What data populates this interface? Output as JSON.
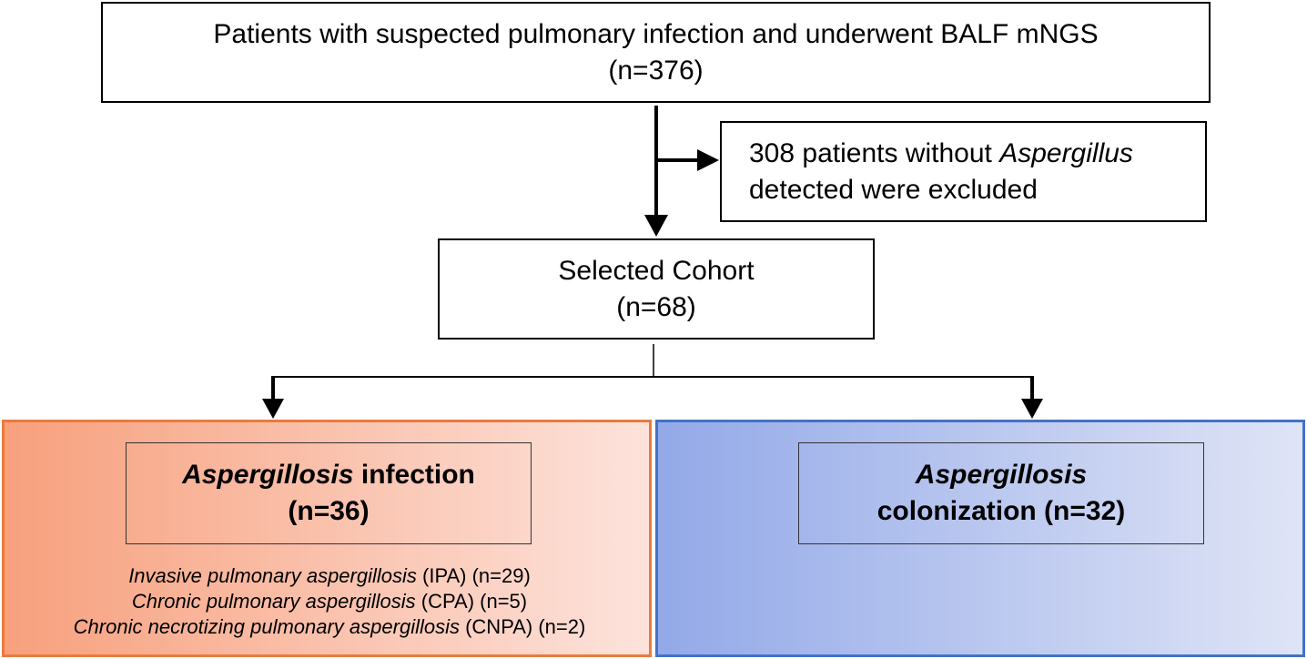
{
  "top": {
    "line1": "Patients with suspected pulmonary infection and underwent BALF mNGS",
    "line2": "(n=376)"
  },
  "excluded": {
    "prefix": "308 patients without ",
    "organism": "Aspergillus",
    "line2": "detected were excluded"
  },
  "cohort": {
    "line1": "Selected Cohort",
    "line2": "(n=68)"
  },
  "infection": {
    "title_italic": "Aspergillosis",
    "title_rest": " infection",
    "count": "(n=36)",
    "subtypes": [
      {
        "name": "Invasive pulmonary aspergillosis",
        "detail": " (IPA) (n=29)"
      },
      {
        "name": "Chronic pulmonary aspergillosis",
        "detail": " (CPA) (n=5)"
      },
      {
        "name": "Chronic necrotizing pulmonary aspergillosis",
        "detail": " (CNPA) (n=2)"
      }
    ]
  },
  "colonization": {
    "title_italic": "Aspergillosis",
    "line2": "colonization (n=32)"
  },
  "colors": {
    "infection_border": "#ea7b3d",
    "infection_fill_start": "#f7a07d",
    "infection_fill_end": "#fde3dc",
    "colonization_border": "#4472c4",
    "colonization_fill_start": "#93a9e8",
    "colonization_fill_end": "#dfe4f6"
  }
}
